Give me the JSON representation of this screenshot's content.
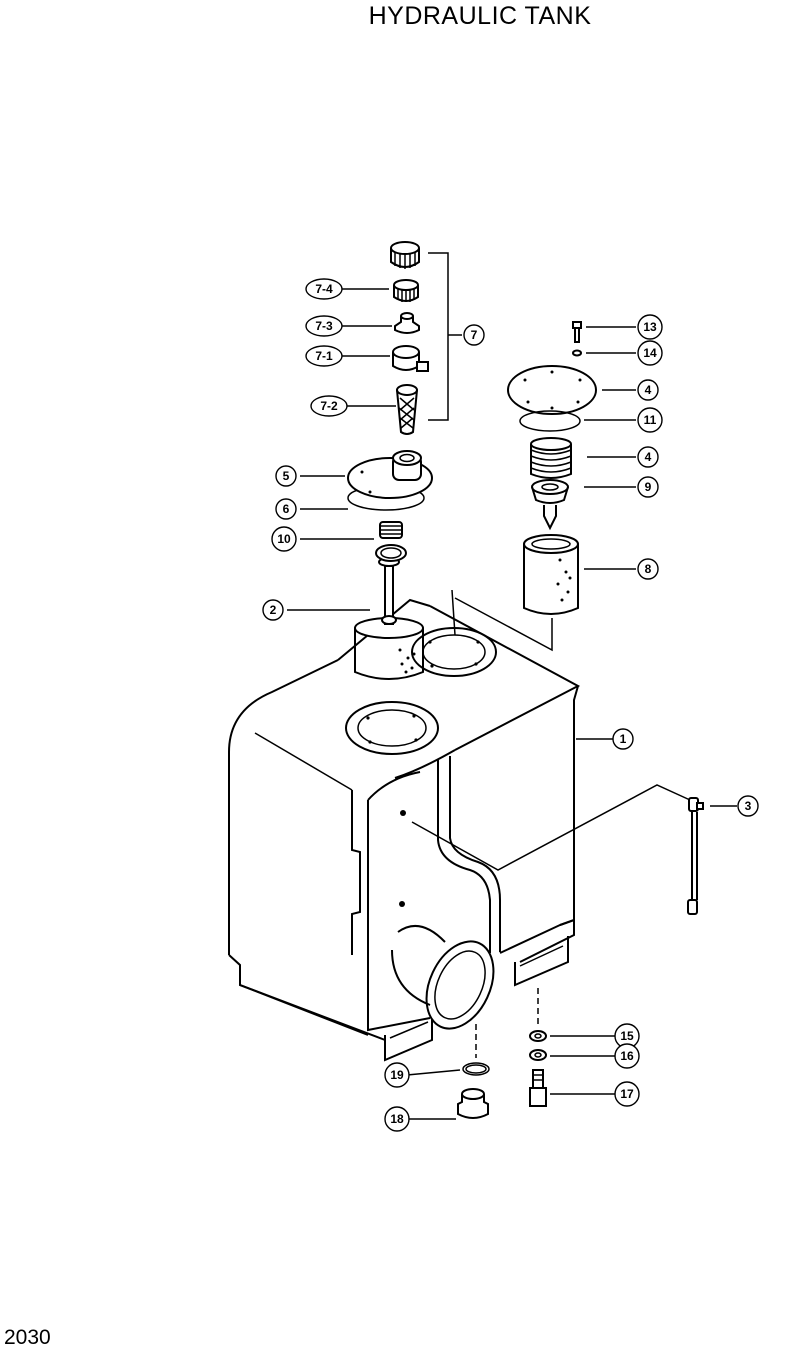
{
  "title": "HYDRAULIC TANK",
  "page_number": "2030",
  "callouts": {
    "c1": "1",
    "c2": "2",
    "c3": "3",
    "c4a": "4",
    "c4b": "4",
    "c5": "5",
    "c6": "6",
    "c7": "7",
    "c7_1": "7-1",
    "c7_2": "7-2",
    "c7_3": "7-3",
    "c7_4": "7-4",
    "c8": "8",
    "c9": "9",
    "c10": "10",
    "c11": "11",
    "c13": "13",
    "c14": "14",
    "c15": "15",
    "c16": "16",
    "c17": "17",
    "c18": "18",
    "c19": "19"
  }
}
